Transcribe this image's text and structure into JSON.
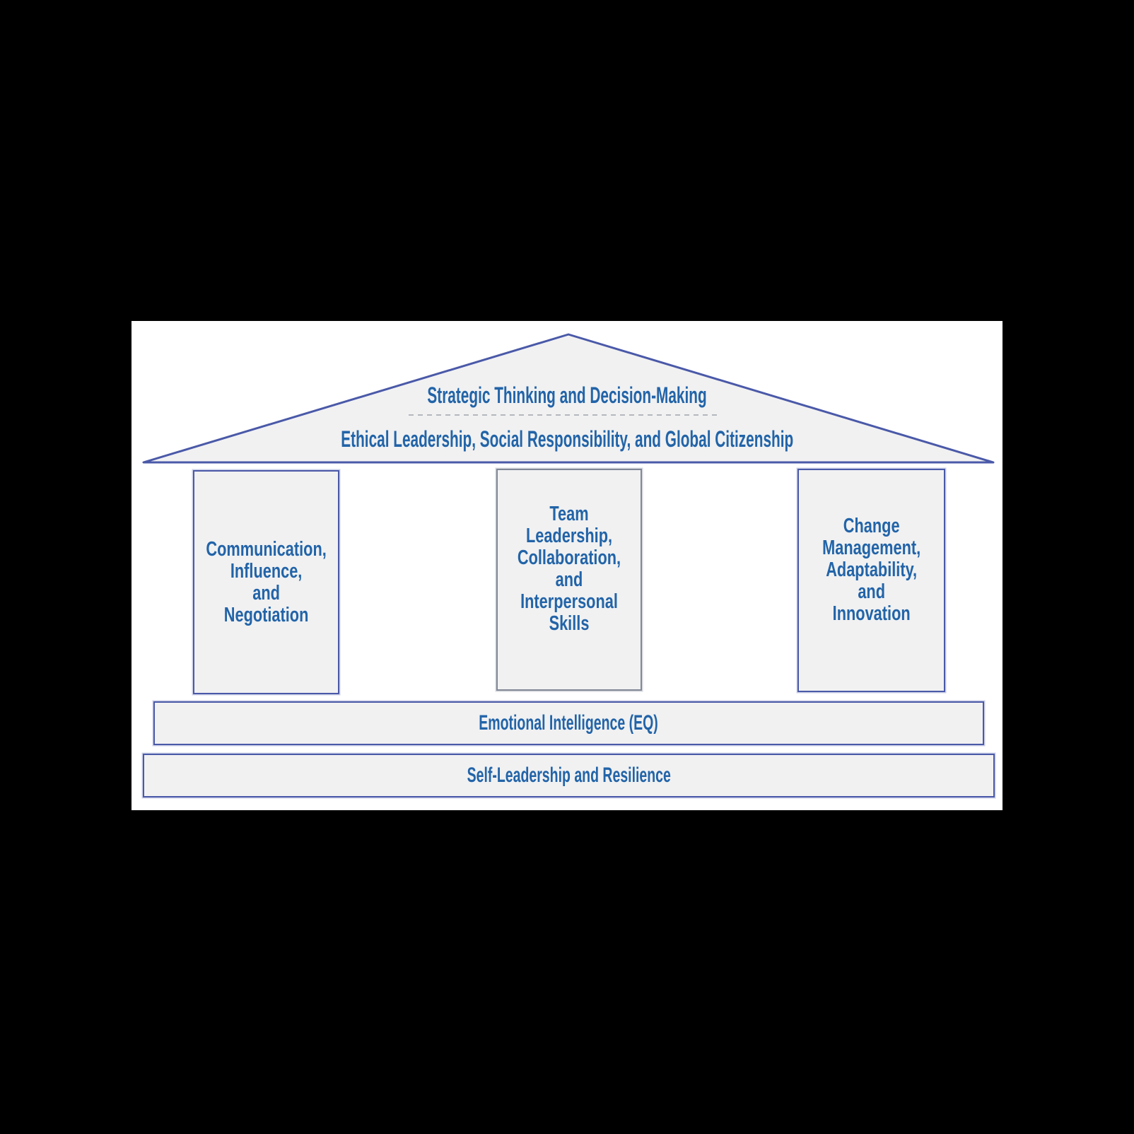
{
  "diagram": {
    "roof": {
      "top_label": "Strategic Thinking and Decision-Making",
      "bottom_label": "Ethical Leadership, Social Responsibility, and Global Citizenship"
    },
    "pillars": [
      {
        "lines": [
          "Communication,",
          "Influence,",
          "and",
          "Negotiation"
        ]
      },
      {
        "lines": [
          "Team Leadership,",
          "Collaboration,",
          "and",
          "Interpersonal",
          "Skills"
        ]
      },
      {
        "lines": [
          "Change",
          "Management,",
          "Adaptability,",
          "and",
          "Innovation"
        ]
      }
    ],
    "base_bars": [
      {
        "label": "Emotional Intelligence (EQ)"
      },
      {
        "label": "Self-Leadership and Resilience"
      }
    ],
    "colors": {
      "outline_blue": "#4a59a8",
      "middle_pillar_border_gray": "#808795",
      "text_blue": "#2264a8",
      "shape_fill_gray": "#f1f1f2",
      "dashed_divider_gray": "#b4b7bc",
      "sheet_white": "#ffffff",
      "background_black": "#000000"
    }
  }
}
